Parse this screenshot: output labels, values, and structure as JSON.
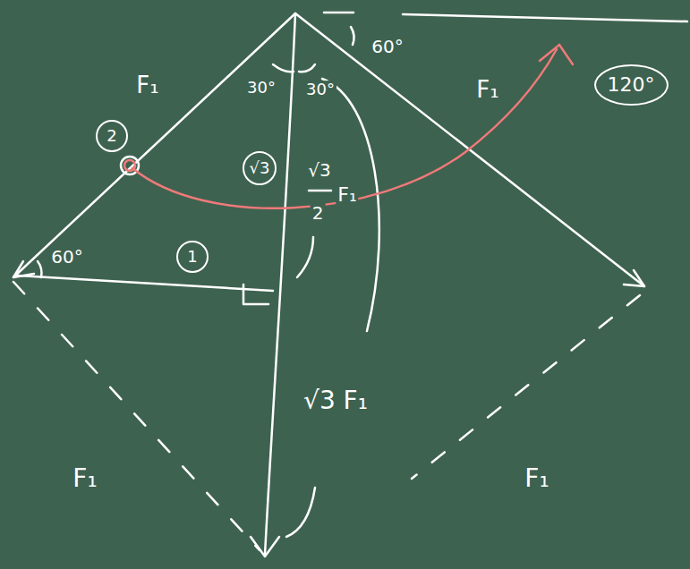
{
  "diagram": {
    "nodes": [
      {
        "text": [
          "2"
        ]
      },
      {
        "text": [
          "√3"
        ]
      },
      {
        "text": [
          "1"
        ]
      },
      {
        "text": [
          "120°"
        ]
      }
    ],
    "labels": [
      "F₁",
      "30°",
      "30°",
      "60°",
      "F₁",
      "√3",
      "2",
      "F₁",
      "60°",
      "√3 F₁",
      "F₁",
      "F₁"
    ]
  }
}
